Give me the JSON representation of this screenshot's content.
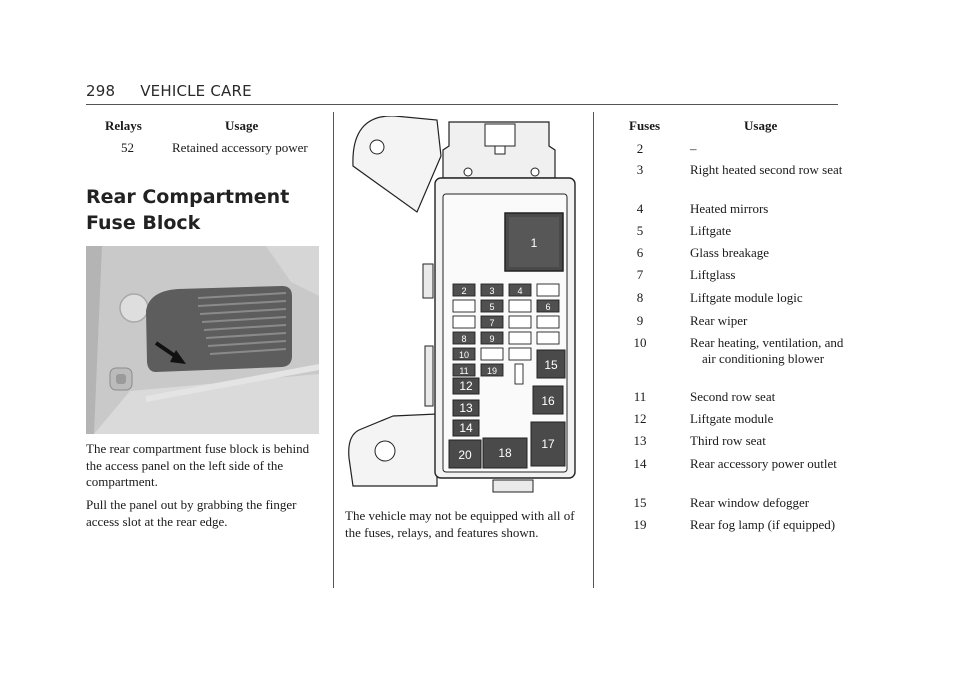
{
  "header": {
    "page_number": "298",
    "section": "VEHICLE CARE"
  },
  "relays_table": {
    "col_number": "Relays",
    "col_usage": "Usage",
    "rows": [
      {
        "num": "52",
        "usage": "Retained accessory power"
      }
    ]
  },
  "section_title": "Rear Compartment Fuse Block",
  "paragraphs": {
    "p1": "The rear compartment fuse block is behind the access panel on the left side of the compartment.",
    "p2": "Pull the panel out by grabbing the finger access slot at the rear edge.",
    "p3": "The vehicle may not be equipped with all of the fuses, relays, and features shown."
  },
  "fuse_diagram": {
    "labels": [
      "1",
      "2",
      "3",
      "4",
      "5",
      "6",
      "7",
      "8",
      "9",
      "10",
      "11",
      "19",
      "12",
      "13",
      "14",
      "15",
      "16",
      "17",
      "18",
      "20"
    ]
  },
  "fuses_table": {
    "col_number": "Fuses",
    "col_usage": "Usage",
    "rows": [
      {
        "num": "2",
        "usage": "–"
      },
      {
        "num": "3",
        "usage": "Right heated second row seat"
      },
      {
        "num": "4",
        "usage": "Heated mirrors"
      },
      {
        "num": "5",
        "usage": "Liftgate"
      },
      {
        "num": "6",
        "usage": "Glass breakage"
      },
      {
        "num": "7",
        "usage": "Liftglass"
      },
      {
        "num": "8",
        "usage": "Liftgate module logic"
      },
      {
        "num": "9",
        "usage": "Rear wiper"
      },
      {
        "num": "10",
        "usage": "Rear heating, ventilation, and air conditioning blower"
      },
      {
        "num": "11",
        "usage": "Second row seat"
      },
      {
        "num": "12",
        "usage": "Liftgate module"
      },
      {
        "num": "13",
        "usage": "Third row seat"
      },
      {
        "num": "14",
        "usage": "Rear accessory power outlet"
      },
      {
        "num": "15",
        "usage": "Rear window defogger"
      },
      {
        "num": "19",
        "usage": "Rear fog lamp (if equipped)"
      }
    ]
  }
}
